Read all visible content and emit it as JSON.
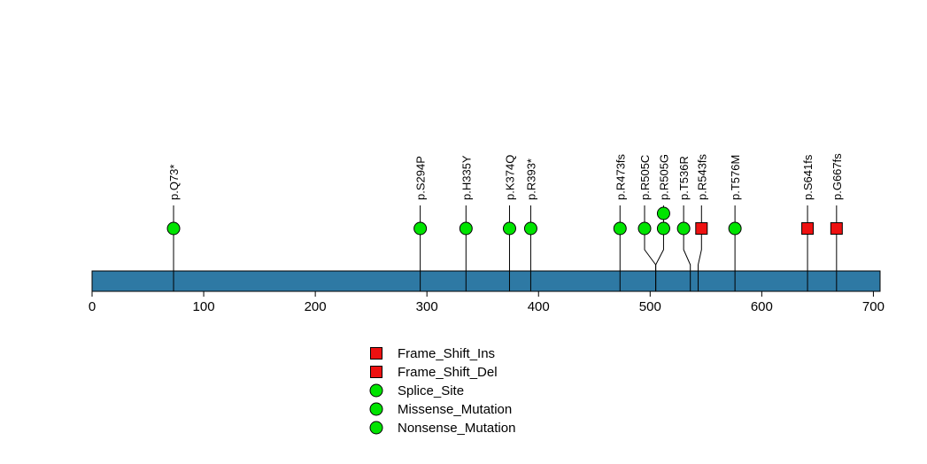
{
  "chart_data": {
    "type": "lollipop",
    "title": "",
    "description": "Protein mutation lollipop plot with amino-acid axis and mutation-type legend",
    "axis": {
      "min": 0,
      "max": 706,
      "ticks": [
        0,
        100,
        200,
        300,
        400,
        500,
        600,
        700
      ],
      "tick_labels": [
        "0",
        "100",
        "200",
        "300",
        "400",
        "500",
        "600",
        "700"
      ]
    },
    "protein_bar": {
      "start": 0,
      "end": 706,
      "color": "#2E79A4"
    },
    "mutations": [
      {
        "label": "p.Q73*",
        "pos": 73,
        "label_pos": 73,
        "marker": "circle",
        "color": "#00E400",
        "count": 1
      },
      {
        "label": "p.S294P",
        "pos": 294,
        "label_pos": 294,
        "marker": "circle",
        "color": "#00E400",
        "count": 1
      },
      {
        "label": "p.H335Y",
        "pos": 335,
        "label_pos": 335,
        "marker": "circle",
        "color": "#00E400",
        "count": 1
      },
      {
        "label": "p.K374Q",
        "pos": 374,
        "label_pos": 374,
        "marker": "circle",
        "color": "#00E400",
        "count": 1
      },
      {
        "label": "p.R393*",
        "pos": 393,
        "label_pos": 393,
        "marker": "circle",
        "color": "#00E400",
        "count": 1
      },
      {
        "label": "p.R473fs",
        "pos": 473,
        "label_pos": 473,
        "marker": "circle",
        "color": "#00E400",
        "count": 1
      },
      {
        "label": "p.R505C",
        "pos": 505,
        "label_pos": 495,
        "marker": "circle",
        "color": "#00E400",
        "count": 1
      },
      {
        "label": "p.R505G",
        "pos": 505,
        "label_pos": 512,
        "marker": "circle",
        "color": "#00E400",
        "count": 2
      },
      {
        "label": "p.T536R",
        "pos": 536,
        "label_pos": 530,
        "marker": "circle",
        "color": "#00E400",
        "count": 1
      },
      {
        "label": "p.R543fs",
        "pos": 543,
        "label_pos": 546,
        "marker": "square",
        "color": "#EE1111",
        "count": 1
      },
      {
        "label": "p.T576M",
        "pos": 576,
        "label_pos": 576,
        "marker": "circle",
        "color": "#00E400",
        "count": 1
      },
      {
        "label": "p.S641fs",
        "pos": 641,
        "label_pos": 641,
        "marker": "square",
        "color": "#EE1111",
        "count": 1
      },
      {
        "label": "p.G667fs",
        "pos": 667,
        "label_pos": 667,
        "marker": "square",
        "color": "#EE1111",
        "count": 1
      }
    ],
    "legend": {
      "position": "bottom-center",
      "items": [
        {
          "label": "Frame_Shift_Ins",
          "marker": "square",
          "color": "#EE1111"
        },
        {
          "label": "Frame_Shift_Del",
          "marker": "square",
          "color": "#EE1111"
        },
        {
          "label": "Splice_Site",
          "marker": "circle",
          "color": "#00E400"
        },
        {
          "label": "Missense_Mutation",
          "marker": "circle",
          "color": "#00E400"
        },
        {
          "label": "Nonsense_Mutation",
          "marker": "circle",
          "color": "#00E400"
        }
      ]
    },
    "colors": {
      "protein_bar": "#2E79A4",
      "mutation_green": "#00E400",
      "mutation_red": "#EE1111",
      "stroke": "#000000",
      "background": "#FFFFFF"
    }
  }
}
